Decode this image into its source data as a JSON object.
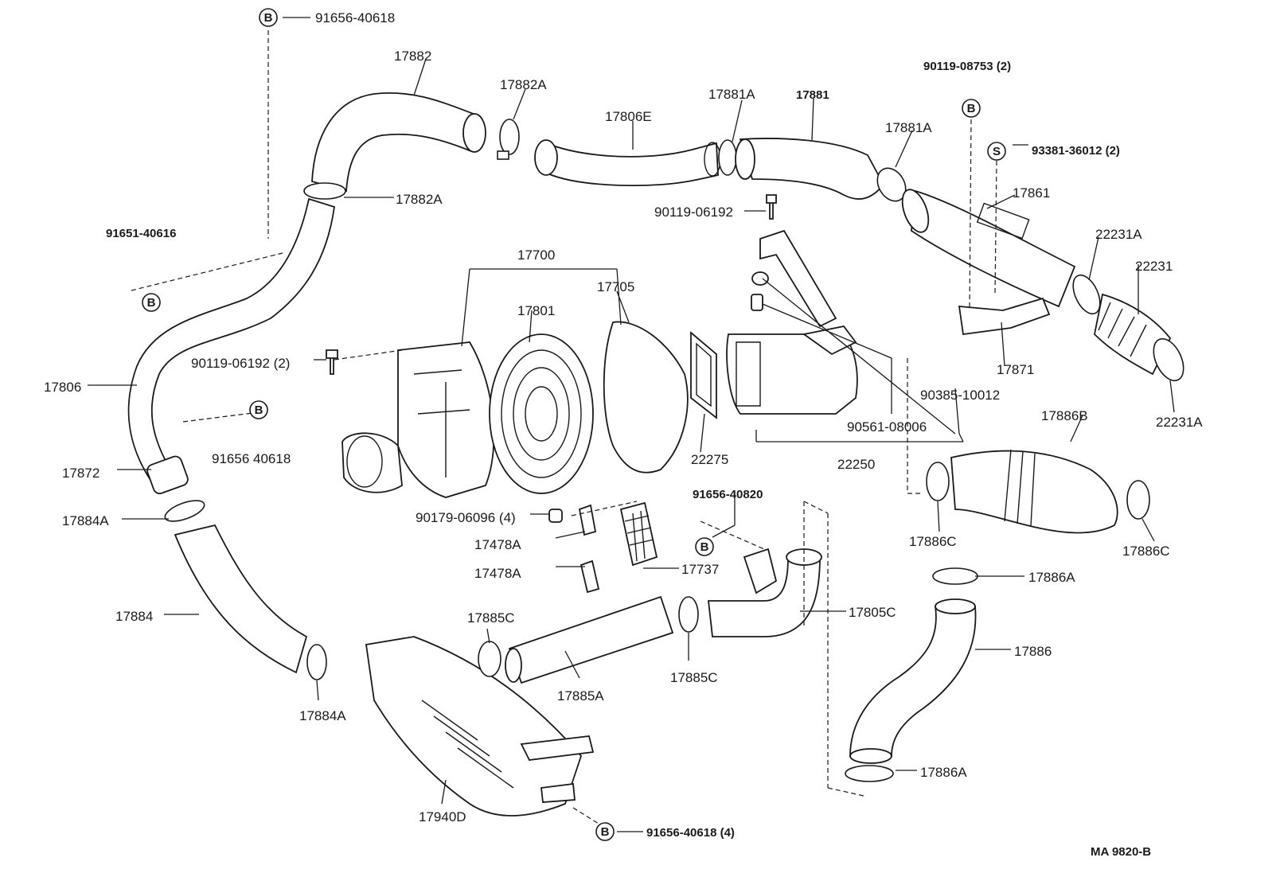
{
  "markers": {
    "b": "B",
    "s": "S"
  },
  "labels": {
    "p91656_40618_top": "91656-40618",
    "p17882": "17882",
    "p17882A_top": "17882A",
    "p17806E": "17806E",
    "p17881A_top": "17881A",
    "p17881": "17881",
    "p90119_08753": "90119-08753 (2)",
    "p17881A_right": "17881A",
    "p93381_36012": "93381-36012 (2)",
    "p17861": "17861",
    "p17882A_mid": "17882A",
    "p90119_06192": "90119-06192",
    "p91651_40616": "91651-40616",
    "p17700": "17700",
    "p17705": "17705",
    "p17801": "17801",
    "p22231A_top": "22231A",
    "p22231": "22231",
    "p90119_06192_2": "90119-06192 (2)",
    "p17871": "17871",
    "p17806": "17806",
    "p90385_10012": "90385-10012",
    "p22231A_bottom": "22231A",
    "p90561_08006": "90561-08006",
    "p17886B": "17886B",
    "p91656_40618_mid": "91656 40618",
    "p22275": "22275",
    "p22250": "22250",
    "p17872": "17872",
    "p91656_40820": "91656-40820",
    "p17884A_top": "17884A",
    "p90179_06096": "90179-06096 (4)",
    "p17886C_left": "17886C",
    "p17886C_right": "17886C",
    "p17478A_a": "17478A",
    "p17478A_b": "17478A",
    "p17737": "17737",
    "p17886A_top": "17886A",
    "p17884": "17884",
    "p17885C_left": "17885C",
    "p17805C": "17805C",
    "p17886": "17886",
    "p17885A": "17885A",
    "p17885C_bottom": "17885C",
    "p17884A_bottom": "17884A",
    "p17886A_bottom": "17886A",
    "p17940D": "17940D",
    "p91656_40618_4": "91656-40618 (4)",
    "drawing_ref": "MA  9820-B"
  }
}
